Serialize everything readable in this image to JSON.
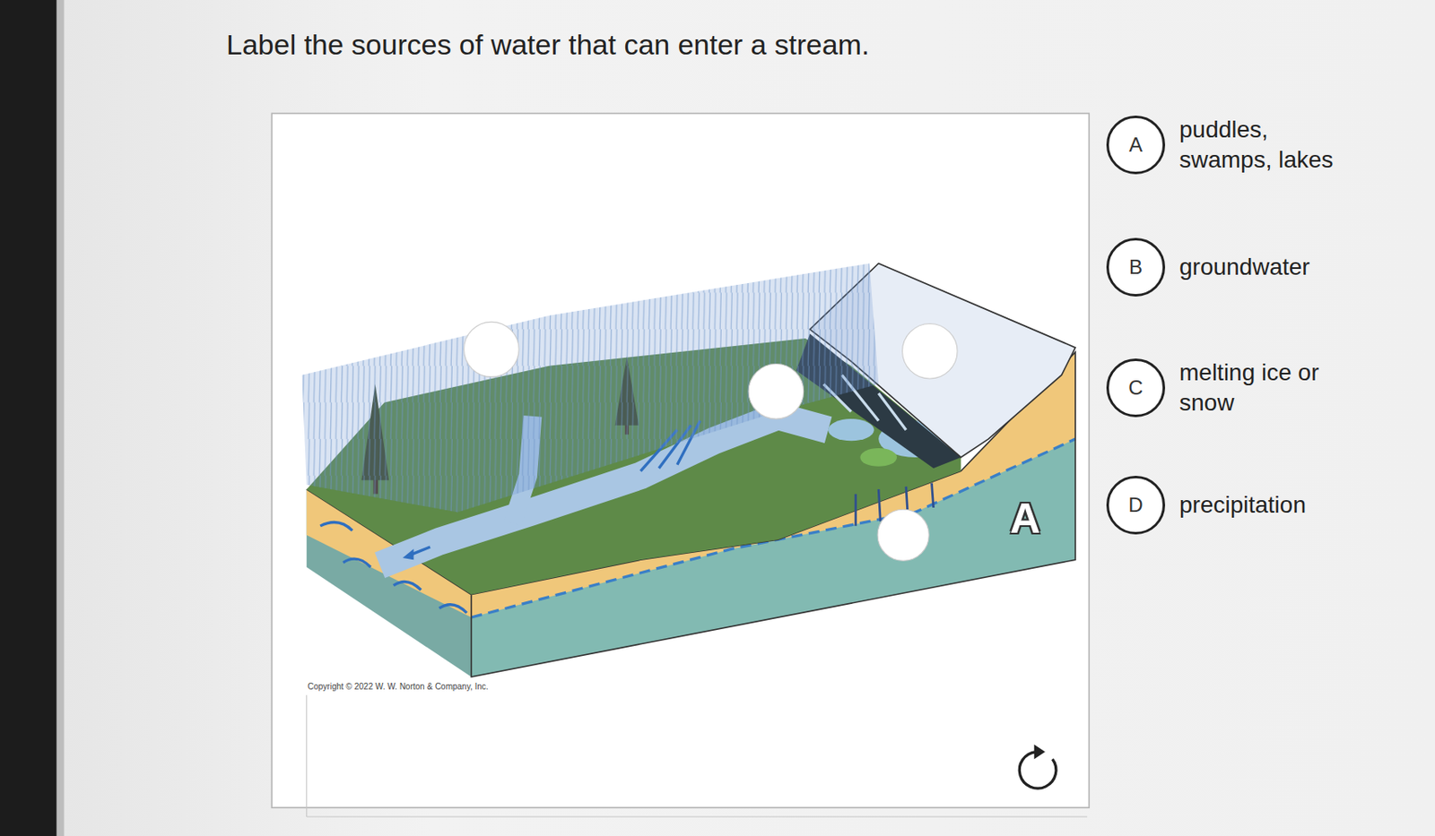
{
  "diagram": {
    "title": "Label the sources of water that can enter a stream.",
    "nodes": [
      {
        "text": [
          "A",
          "puddles, swamps, lakes"
        ]
      },
      {
        "text": [
          "B",
          "groundwater"
        ]
      },
      {
        "text": [
          "C",
          "melting ice or snow"
        ]
      },
      {
        "text": [
          "D",
          "precipitation"
        ]
      }
    ],
    "labels": [
      "A",
      "Copyright © 2022 W. W. Norton & Company, Inc."
    ]
  }
}
